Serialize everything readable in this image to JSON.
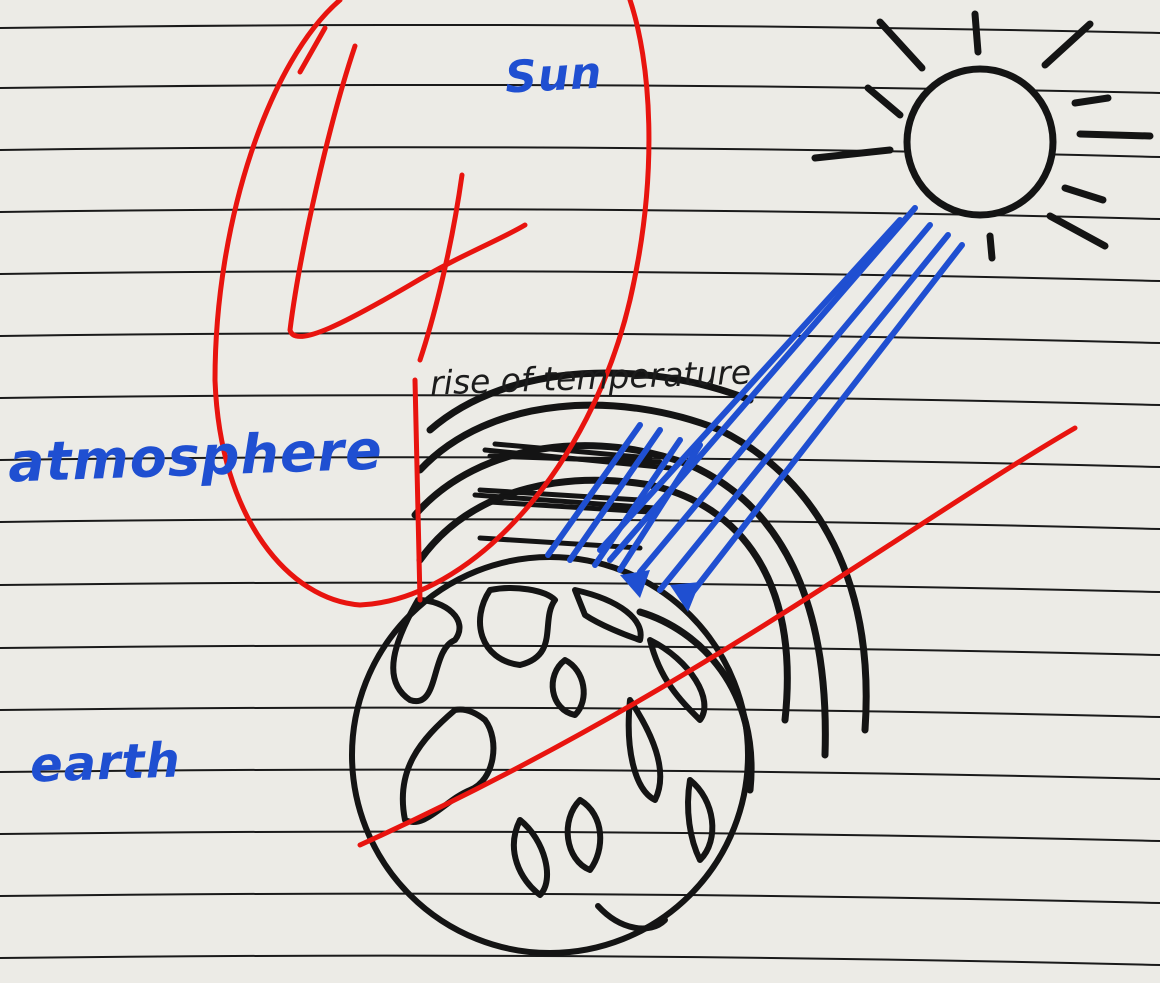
{
  "labels": {
    "sun": "Sun",
    "atmosphere": "atmosphere",
    "earth": "earth",
    "rise": "rise of temperature"
  },
  "colors": {
    "paper": "#ecebe6",
    "rule_line": "#1a1a1a",
    "ink_black": "#141414",
    "ink_blue": "#1f4fd1",
    "marker_red": "#e8140f"
  },
  "icons": [
    "sun-icon",
    "earth-icon",
    "sun-rays-icon",
    "atmosphere-arcs-icon",
    "red-circle-mark",
    "red-x-mark"
  ]
}
